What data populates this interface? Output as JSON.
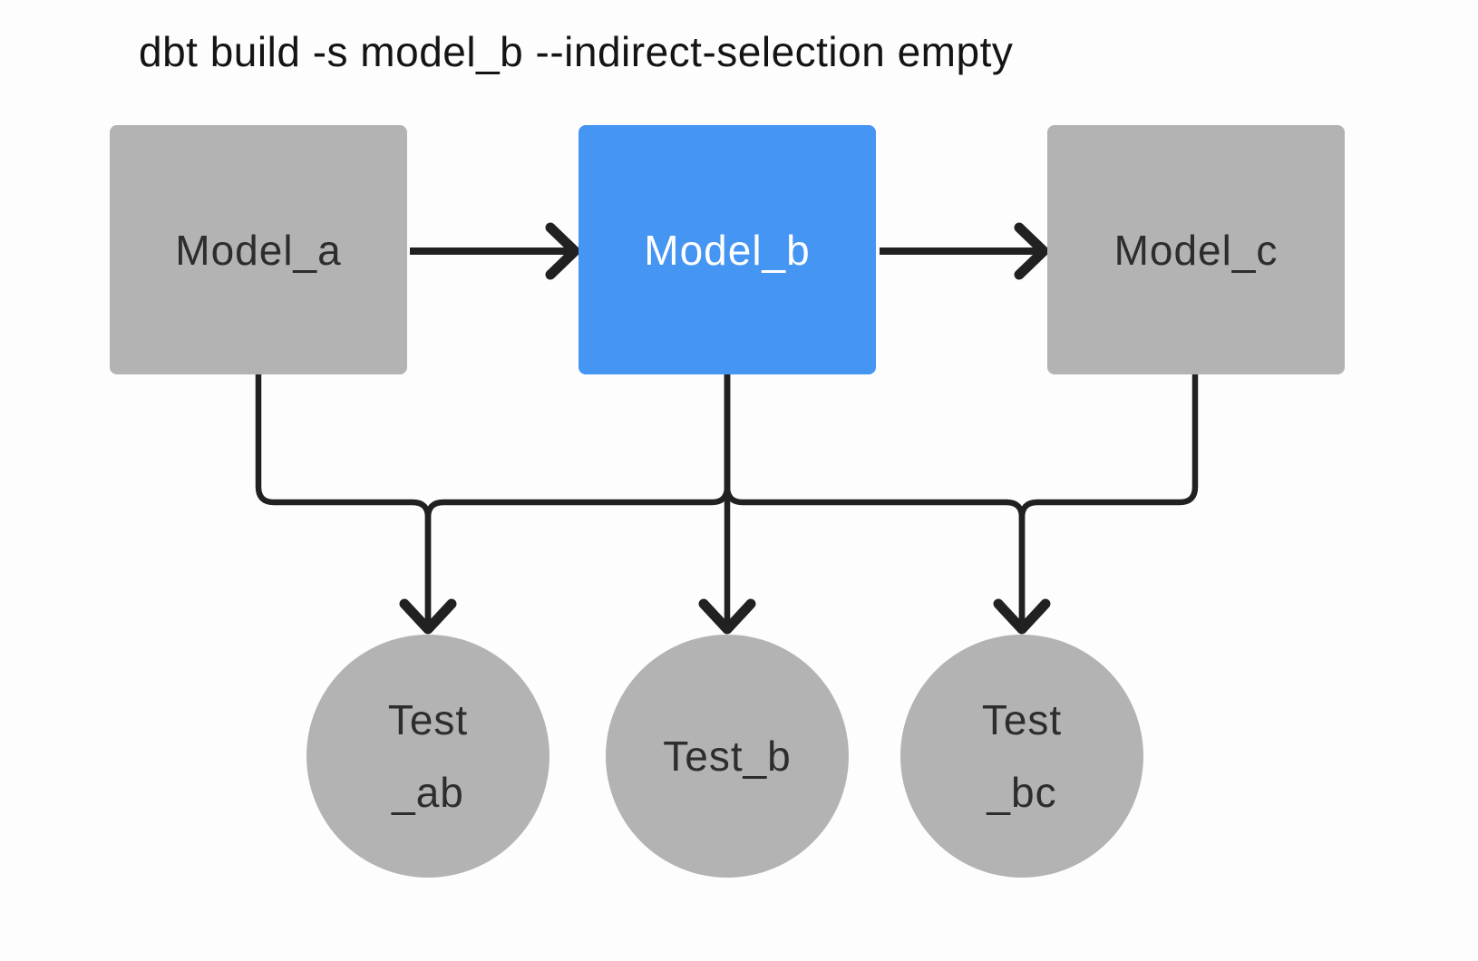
{
  "title": "dbt build -s model_b --indirect-selection empty",
  "colors": {
    "background": "#fdfdfd",
    "node_gray": "#b3b3b3",
    "node_selected_blue": "#4595f2",
    "edge_stroke": "#212121",
    "node_text_dark": "#2d2d2d",
    "node_text_selected": "#ffffff"
  },
  "nodes": {
    "model_a": {
      "label": "Model_a",
      "kind": "model",
      "selected": false
    },
    "model_b": {
      "label": "Model_b",
      "kind": "model",
      "selected": true
    },
    "model_c": {
      "label": "Model_c",
      "kind": "model",
      "selected": false
    },
    "test_ab": {
      "label_line1": "Test",
      "label_line2": "_ab",
      "kind": "test",
      "selected": false
    },
    "test_b": {
      "label": "Test_b",
      "kind": "test",
      "selected": false
    },
    "test_bc": {
      "label_line1": "Test",
      "label_line2": "_bc",
      "kind": "test",
      "selected": false
    }
  },
  "edges": [
    {
      "from": "model_a",
      "to": "model_b"
    },
    {
      "from": "model_b",
      "to": "model_c"
    },
    {
      "from": "model_a",
      "to": "test_ab"
    },
    {
      "from": "model_b",
      "to": "test_ab"
    },
    {
      "from": "model_b",
      "to": "test_b"
    },
    {
      "from": "model_b",
      "to": "test_bc"
    },
    {
      "from": "model_c",
      "to": "test_bc"
    }
  ]
}
